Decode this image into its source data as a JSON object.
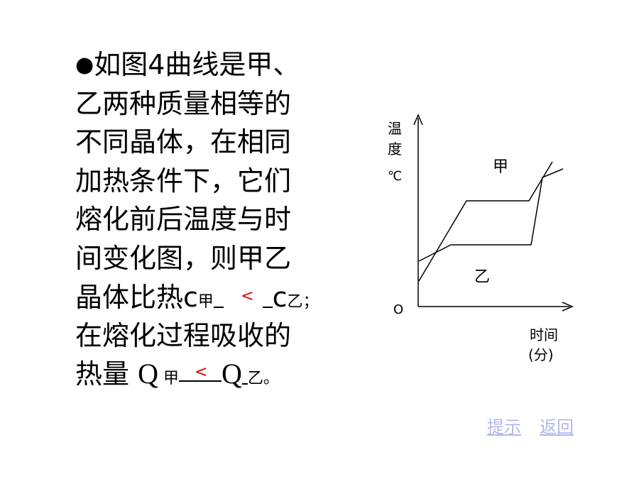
{
  "question": {
    "line1": {
      "bullet": "●",
      "text": "如图4曲线是甲、"
    },
    "line2": "乙两种质量相等的",
    "line3": "不同晶体，在相同",
    "line4": "加热条件下，它们",
    "line5": "熔化前后温度与时",
    "line6": "间变化图，则甲乙",
    "line7": {
      "prefix": "晶体比热",
      "c1": "c",
      "sub1": "甲",
      "answer1": "<",
      "c2": "c",
      "sub2": "乙",
      "suffix": "；"
    },
    "line8": "在熔化过程吸收的",
    "line9": {
      "prefix": "热量 ",
      "q1": "Q",
      "sub1": " 甲",
      "answer2": "<",
      "q2": "Q",
      "sub2": "乙",
      "suffix": "。"
    }
  },
  "graph": {
    "y_label_1": "温",
    "y_label_2": "度",
    "y_unit": "℃",
    "origin": "O",
    "x_label_1": "时间",
    "x_label_2": "(分)",
    "curve_jia": "甲",
    "curve_yi": "乙"
  },
  "links": {
    "hint": "提示",
    "back": "返回"
  }
}
